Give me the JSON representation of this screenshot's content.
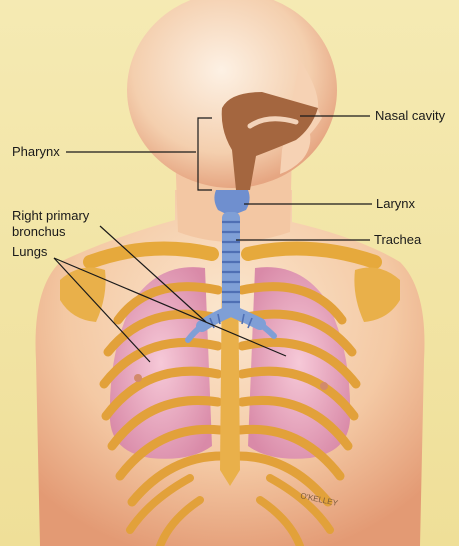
{
  "diagram": {
    "labels": {
      "nasal_cavity": "Nasal cavity",
      "pharynx": "Pharynx",
      "larynx": "Larynx",
      "trachea": "Trachea",
      "right_primary_bronchus_line1": "Right primary",
      "right_primary_bronchus_line2": "bronchus",
      "lungs": "Lungs"
    },
    "signature": "O'KELLEY"
  },
  "colors": {
    "background": "#f3e6a6",
    "skin": "#f4cba3",
    "skin_shade": "#e8a77f",
    "bone": "#e6a93c",
    "bone_dark": "#c27f1e",
    "lung": "#e6a0b8",
    "airway": "#7f9fd6",
    "airway_dark": "#4f6fb4",
    "nasal": "#a4663f",
    "text": "#1a1a1a"
  }
}
